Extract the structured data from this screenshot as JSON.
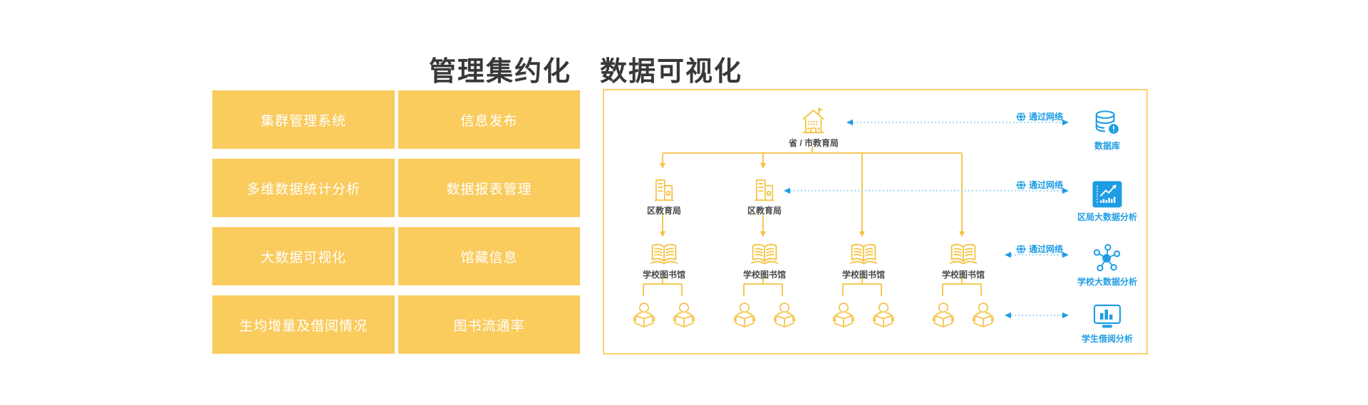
{
  "page": {
    "title": "管理集约化　数据可视化"
  },
  "features": {
    "items": [
      {
        "label": "集群管理系统"
      },
      {
        "label": "信息发布"
      },
      {
        "label": "多维数据统计分析"
      },
      {
        "label": "数据报表管理"
      },
      {
        "label": "大数据可视化"
      },
      {
        "label": "馆藏信息"
      },
      {
        "label": "生均增量及借阅情况"
      },
      {
        "label": "图书流通率"
      }
    ]
  },
  "diagram": {
    "tree": {
      "root_label": "省 / 市教育局",
      "district_label": "区教育局",
      "school_label": "学校图书馆"
    },
    "network_rows": [
      {
        "network_label": "通过网络",
        "target_label": "数据库"
      },
      {
        "network_label": "通过网络",
        "target_label": "区局大数据分析"
      },
      {
        "network_label": "通过网络",
        "target_label": "学校大数据分析"
      },
      {
        "network_label": "",
        "target_label": "学生借阅分析"
      }
    ],
    "colors": {
      "button_yellow": "#facb5d",
      "tree_yellow": "#f5c242",
      "border_yellow": "#fcd06b",
      "blue": "#1e9de4",
      "dotted_blue": "#85cdf2",
      "label_gray": "#4a4a4a",
      "button_text": "#ffffff"
    }
  }
}
